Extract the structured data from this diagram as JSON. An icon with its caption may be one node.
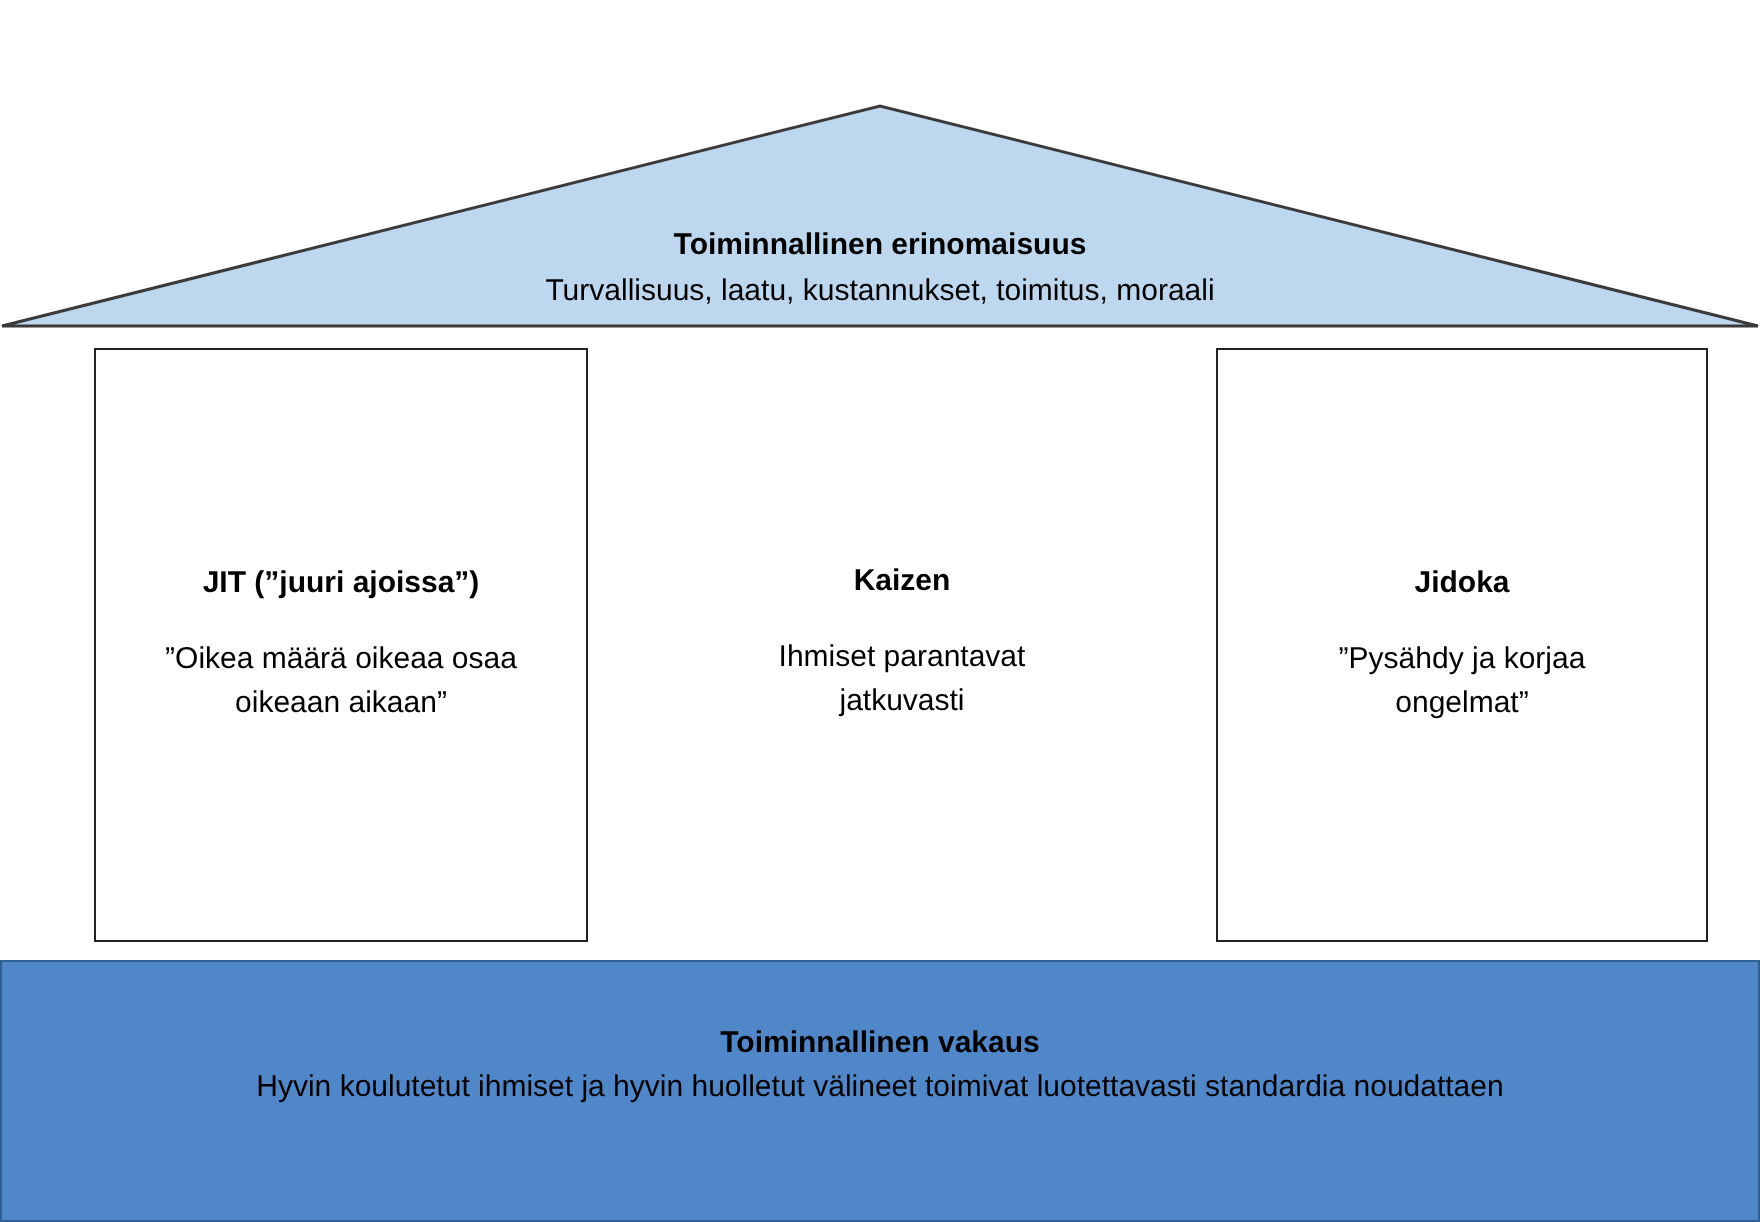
{
  "diagram": {
    "nodes": [
      {
        "text": [
          "Toiminnallinen erinomaisuus",
          "Turvallisuus, laatu, kustannukset, toimitus, moraali"
        ]
      },
      {
        "text": [
          "JIT (”juuri ajoissa”)",
          "”Oikea määrä oikeaa osaa oikeaan aikaan”"
        ]
      },
      {
        "text": [
          "Jidoka",
          "”Pysähdy ja korjaa ongelmat”"
        ]
      },
      {
        "text": [
          "Toiminnallinen vakaus",
          "Hyvin koulutetut ihmiset ja hyvin huolletut välineet toimivat luotettavasti standardia noudattaen"
        ]
      }
    ],
    "labels": [
      "Kaizen",
      "Ihmiset parantavat jatkuvasti"
    ]
  }
}
